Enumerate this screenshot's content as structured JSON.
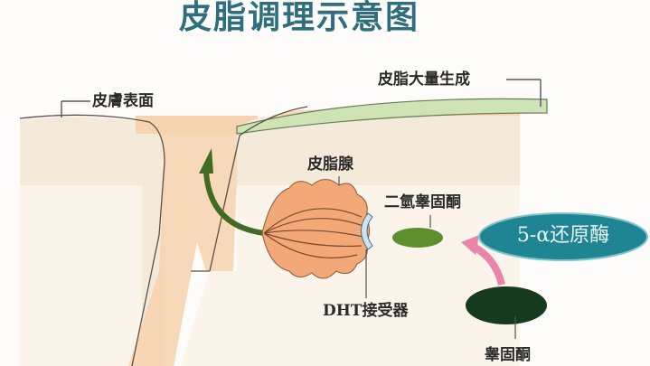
{
  "title": "皮脂调理示意图",
  "labels": {
    "skin_surface": "皮膚表面",
    "sebum_production": "皮脂大量生成",
    "sebaceous_gland": "皮脂腺",
    "dht": "二氫睾固酮",
    "dht_receptor": "DHT接受器",
    "enzyme": "5-α还原酶",
    "testosterone": "睾固酮"
  },
  "colors": {
    "title": "#2f6e7c",
    "skin": "#f3ead9",
    "dermis_light": "#faf4ea",
    "follicle": "#f6d4b0",
    "sebum_layer": "#cfe4b4",
    "gland": "#f2a877",
    "gland_line": "#7a4a2a",
    "receptor": "#c9e3f0",
    "arrow_green": "#3f6b25",
    "dht_oval": "#5d8f2e",
    "testosterone_oval": "#153a1e",
    "enzyme_oval": "#1f8593",
    "pink_arrow": "#e985a8"
  }
}
